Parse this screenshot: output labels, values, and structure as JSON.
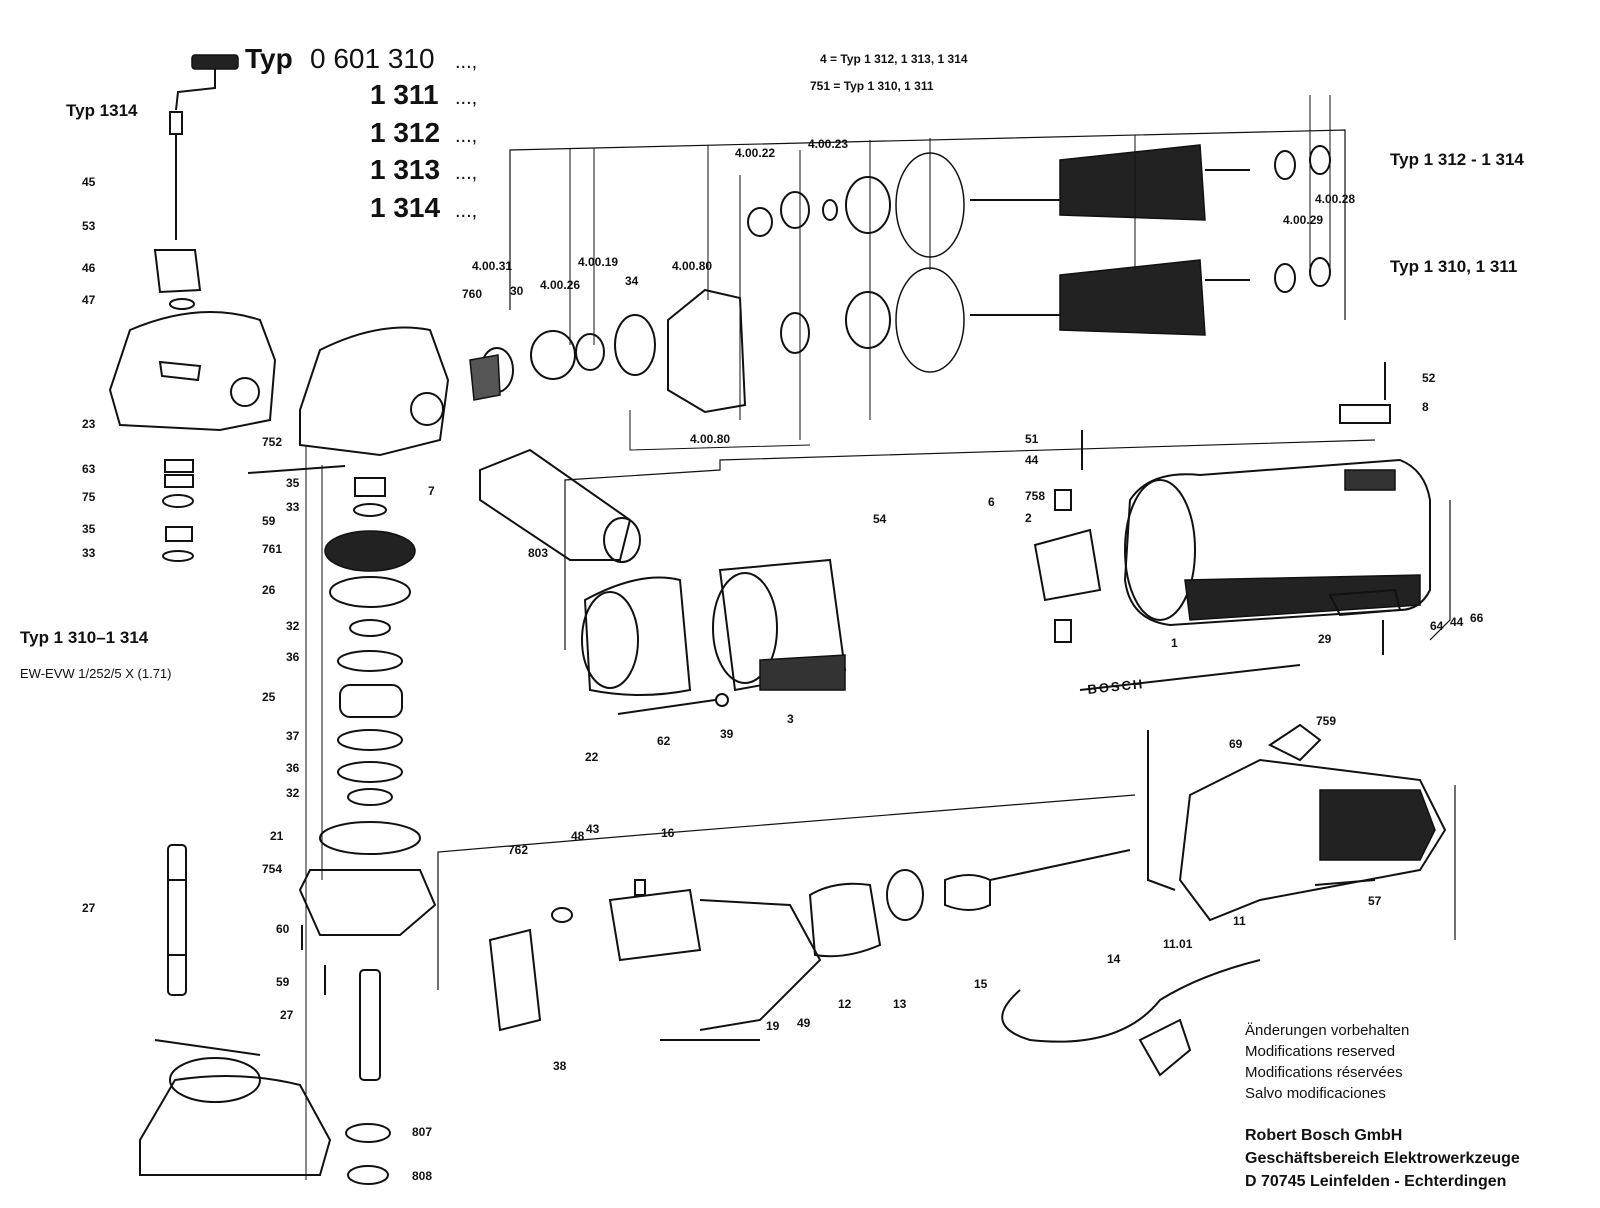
{
  "header": {
    "type_prefix": "Typ",
    "type_main": "0 601 310",
    "type_variants": [
      "1 311",
      "1 312",
      "1 313",
      "1 314"
    ],
    "ellipsis": "...,"
  },
  "notes": {
    "note_4": "4 = Typ  1 312,  1 313,  1 314",
    "note_751": "751 = Typ  1 310,  1 311",
    "typ_1314": "Typ 1314",
    "typ_1312_1314": "Typ 1 312 - 1 314",
    "typ_1310_1311": "Typ 1 310, 1 311",
    "typ_range": "Typ  1 310–1 314",
    "doc_code": "EW-EVW 1/252/5 X (1.71)",
    "brand_label": "BOSCH"
  },
  "modifications": [
    "Änderungen vorbehalten",
    "Modifications reserved",
    "Modifications réservées",
    "Salvo modificaciones"
  ],
  "company": [
    "Robert Bosch GmbH",
    "Geschäftsbereich Elektrowerkzeuge",
    "D 70745 Leinfelden - Echterdingen"
  ],
  "part_labels": {
    "left_column": [
      "45",
      "53",
      "46",
      "47",
      "23",
      "63",
      "75",
      "35",
      "33"
    ],
    "gear_column": [
      "752",
      "59",
      "35",
      "33",
      "761",
      "26",
      "32",
      "36",
      "25",
      "37",
      "36",
      "32",
      "21",
      "754",
      "60",
      "59",
      "27",
      "807",
      "808"
    ],
    "spindle": [
      "27"
    ],
    "armature_assembly": [
      "4.00.31",
      "760",
      "30",
      "4.00.26",
      "4.00.19",
      "34",
      "4.00.80",
      "4.00.22",
      "4.00.23",
      "4.00.28",
      "4.00.29",
      "4.00.80",
      "7",
      "803"
    ],
    "housing_assembly": [
      "52",
      "8",
      "51",
      "44",
      "758",
      "6",
      "2",
      "54",
      "3",
      "22",
      "62",
      "39",
      "1",
      "29",
      "64",
      "44",
      "66"
    ],
    "handle_assembly": [
      "762",
      "48",
      "43",
      "16",
      "38",
      "19",
      "49",
      "12",
      "13",
      "15",
      "14",
      "11.01",
      "11",
      "57",
      "69",
      "759"
    ]
  },
  "icons": [
    "exploded-view-drawing"
  ]
}
